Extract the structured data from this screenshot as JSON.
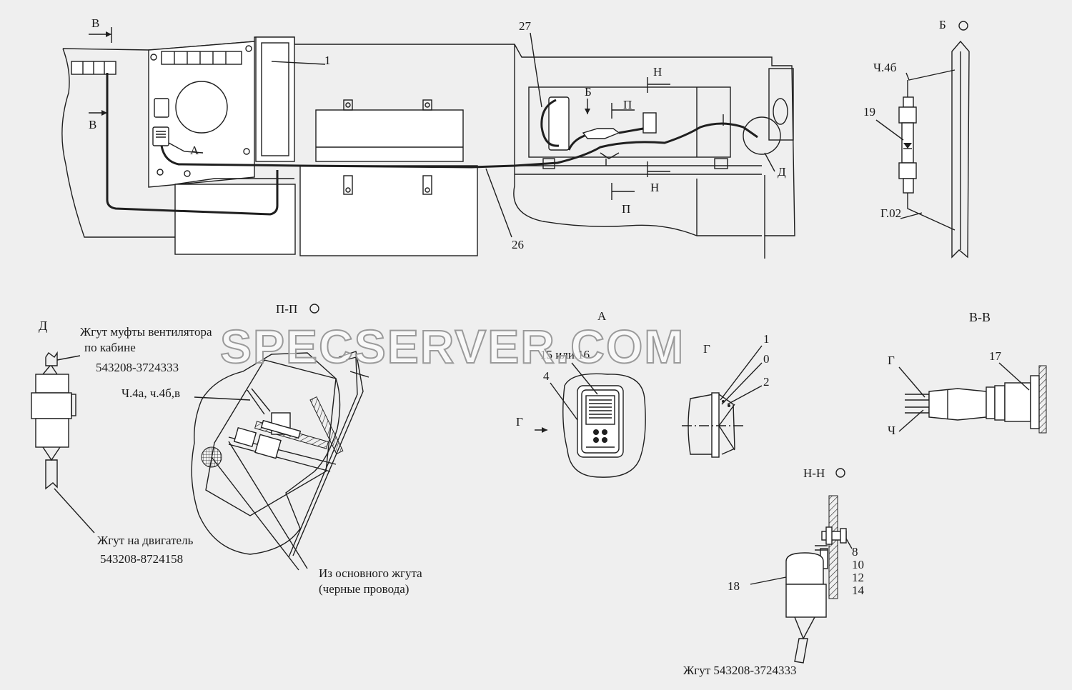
{
  "diagram": {
    "callouts": {
      "n1": "1",
      "n26": "26",
      "n27": "27",
      "n19": "19",
      "n17": "17",
      "n18": "18",
      "n4": "4",
      "n15_16": "15 или 16",
      "pos1": "1",
      "pos0": "0",
      "pos2": "2",
      "n8": "8",
      "n10": "10",
      "n12": "12",
      "n14": "14"
    },
    "section_marks": {
      "V": "В",
      "B": "Б",
      "P": "П",
      "N": "Н",
      "A": "А",
      "D": "Д",
      "G": "Г",
      "CH": "Ч"
    },
    "view_titles": {
      "view_b": "Б",
      "view_pp": "П-П",
      "view_a": "А",
      "view_vv": "В-В",
      "view_nn": "Н-Н",
      "view_d": "Д"
    },
    "wire_labels": {
      "ch4b": "Ч.4б",
      "g02": "Г.02",
      "ch4a": "Ч.4а, ч.4б,в"
    },
    "notes": {
      "fan_clutch_harness_1": "Жгут муфты вентилятора",
      "fan_clutch_harness_2": "по кабине",
      "fan_clutch_harness_code": "543208-3724333",
      "engine_harness_1": "Жгут на двигатель",
      "engine_harness_code": "543208-8724158",
      "main_harness_1": "Из основного жгута",
      "main_harness_2": "(черные провода)",
      "harness_bottom": "Жгут 543208-3724333"
    },
    "watermark": "SPECSERVER.COM"
  }
}
